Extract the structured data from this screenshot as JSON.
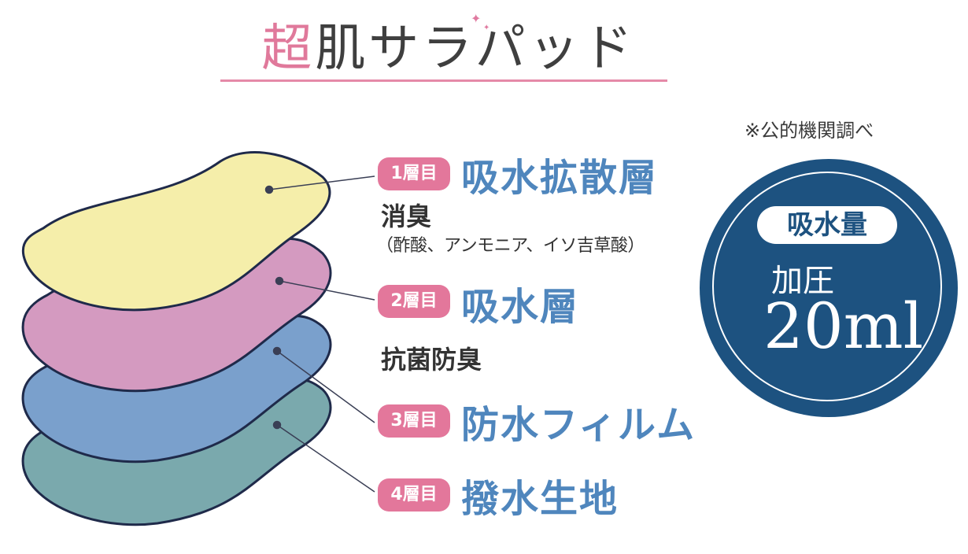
{
  "title": {
    "accent": "超",
    "rest": "肌サラパッド"
  },
  "note": "※公的機関調べ",
  "layers": [
    {
      "badge": "1層目",
      "title": "吸水拡散層",
      "sub": "消臭",
      "detail": "（酢酸、アンモニア、イソ吉草酸）",
      "color": "#f5eeaa"
    },
    {
      "badge": "2層目",
      "title": "吸水層",
      "sub": "抗菌防臭",
      "color": "#d49ac0"
    },
    {
      "badge": "3層目",
      "title": "防水フィルム",
      "color": "#7aa0cc"
    },
    {
      "badge": "4層目",
      "title": "撥水生地",
      "color": "#7aa9ad"
    }
  ],
  "absorption": {
    "label": "吸水量",
    "condition": "加圧",
    "amount": "20ml"
  },
  "colors": {
    "accent_pink": "#e3779b",
    "title_blue": "#4f86bd",
    "circle_navy": "#1d5280",
    "outline": "#1f2a4a"
  }
}
